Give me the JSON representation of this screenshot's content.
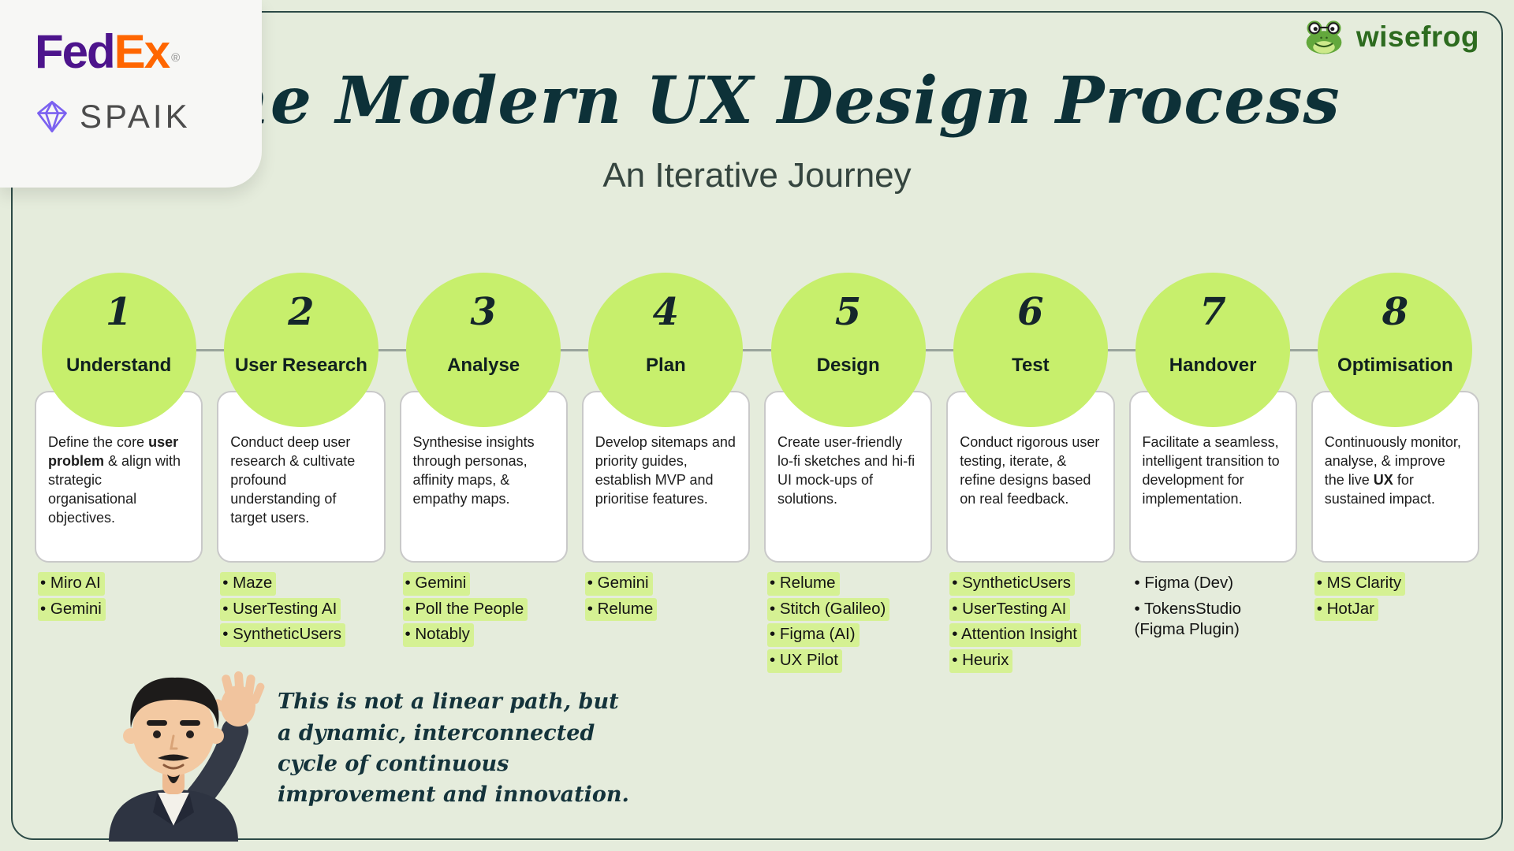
{
  "header": {
    "title": "The Modern UX Design Process",
    "subtitle": "An Iterative Journey"
  },
  "logos": {
    "fedex_fed": "Fed",
    "fedex_ex": "Ex",
    "fedex_reg": "®",
    "spaik": "SPAIK",
    "wisefrog": "wisefrog"
  },
  "steps": [
    {
      "number": "1",
      "title": "Understand",
      "desc": "Define the core **user problem** & align with strategic organisational objectives.",
      "tools": [
        {
          "label": "Miro AI",
          "highlight": true
        },
        {
          "label": "Gemini",
          "highlight": true
        }
      ]
    },
    {
      "number": "2",
      "title": "User Research",
      "desc": "Conduct deep user research & cultivate profound understanding of target users.",
      "tools": [
        {
          "label": "Maze",
          "highlight": true
        },
        {
          "label": "UserTesting AI",
          "highlight": true
        },
        {
          "label": "SyntheticUsers",
          "highlight": true
        }
      ]
    },
    {
      "number": "3",
      "title": "Analyse",
      "desc": "Synthesise insights through personas, affinity maps, & empathy maps.",
      "tools": [
        {
          "label": "Gemini",
          "highlight": true
        },
        {
          "label": "Poll the People",
          "highlight": true
        },
        {
          "label": "Notably",
          "highlight": true
        }
      ]
    },
    {
      "number": "4",
      "title": "Plan",
      "desc": "Develop sitemaps and priority guides, establish MVP and prioritise features.",
      "tools": [
        {
          "label": "Gemini",
          "highlight": true
        },
        {
          "label": "Relume",
          "highlight": true
        }
      ]
    },
    {
      "number": "5",
      "title": "Design",
      "desc": "Create user-friendly lo-fi sketches and hi-fi UI mock-ups of solutions.",
      "tools": [
        {
          "label": "Relume",
          "highlight": true
        },
        {
          "label": "Stitch (Galileo)",
          "highlight": true
        },
        {
          "label": "Figma (AI)",
          "highlight": true
        },
        {
          "label": "UX Pilot",
          "highlight": true
        }
      ]
    },
    {
      "number": "6",
      "title": "Test",
      "desc": "Conduct rigorous user testing, iterate, & refine designs based on real feedback.",
      "tools": [
        {
          "label": "SyntheticUsers",
          "highlight": true
        },
        {
          "label": "UserTesting AI",
          "highlight": true
        },
        {
          "label": "Attention Insight",
          "highlight": true
        },
        {
          "label": "Heurix",
          "highlight": true
        }
      ]
    },
    {
      "number": "7",
      "title": "Handover",
      "desc": "Facilitate a seamless, intelligent transition to development for implementation.",
      "tools": [
        {
          "label": "Figma (Dev)",
          "highlight": false
        },
        {
          "label": "TokensStudio (Figma Plugin)",
          "highlight": false
        }
      ]
    },
    {
      "number": "8",
      "title": "Optimisation",
      "desc": "Continuously monitor, analyse, & improve the live **UX** for sustained impact.",
      "tools": [
        {
          "label": "MS Clarity",
          "highlight": true
        },
        {
          "label": "HotJar",
          "highlight": true
        }
      ]
    }
  ],
  "footer": {
    "note": "This is not a linear path, but a dynamic, interconnected cycle of continuous improvement and innovation."
  },
  "colors": {
    "background": "#e5ecdc",
    "frame_border": "#2c4a46",
    "circle_green": "#c7ef6c",
    "highlight_green": "#d5f193",
    "title_ink": "#0d3138",
    "body_ink": "#1c1c1c",
    "card_border": "#c9c9c9",
    "connector_gray": "#9aa49c",
    "fedex_purple": "#4d148c",
    "fedex_orange": "#ff6600",
    "spaik_purple": "#7b61f0",
    "spaik_text": "#4c4c4c",
    "wisefrog_green": "#2d6b1f"
  }
}
